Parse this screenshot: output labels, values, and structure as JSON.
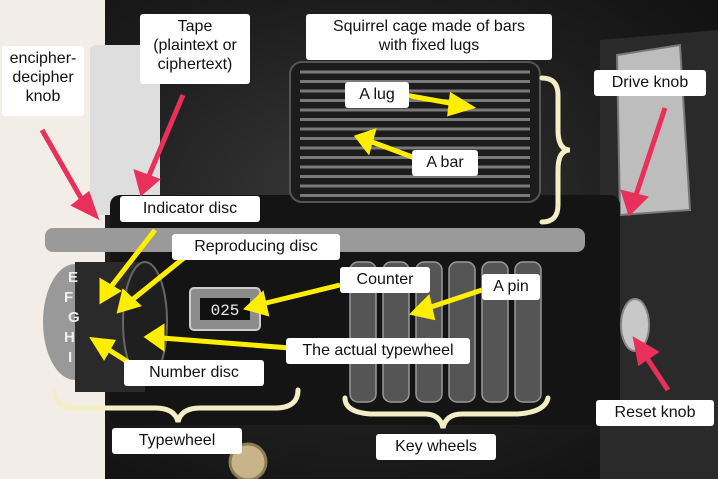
{
  "labels": {
    "tape": "Tape\n(plaintext or\nciphertext)",
    "squirrel_cage": "Squirrel cage made of bars\nwith fixed lugs",
    "encipher_knob": "encipher-\ndecipher\nknob",
    "drive_knob": "Drive knob",
    "lug": "A lug",
    "bar": "A bar",
    "indicator_disc": "Indicator disc",
    "reproducing_disc": "Reproducing disc",
    "counter": "Counter",
    "pin": "A pin",
    "actual_typewheel": "The actual typewheel",
    "number_disc": "Number disc",
    "reset_knob": "Reset knob",
    "typewheel": "Typewheel",
    "key_wheels": "Key wheels"
  },
  "counter_value": "025",
  "typewheel_letters": "DEFGHI",
  "colors": {
    "arrow_red": "#e8305a",
    "arrow_yellow": "#ffee00",
    "brace": "#f3eec5",
    "background": "#f2ede6"
  }
}
